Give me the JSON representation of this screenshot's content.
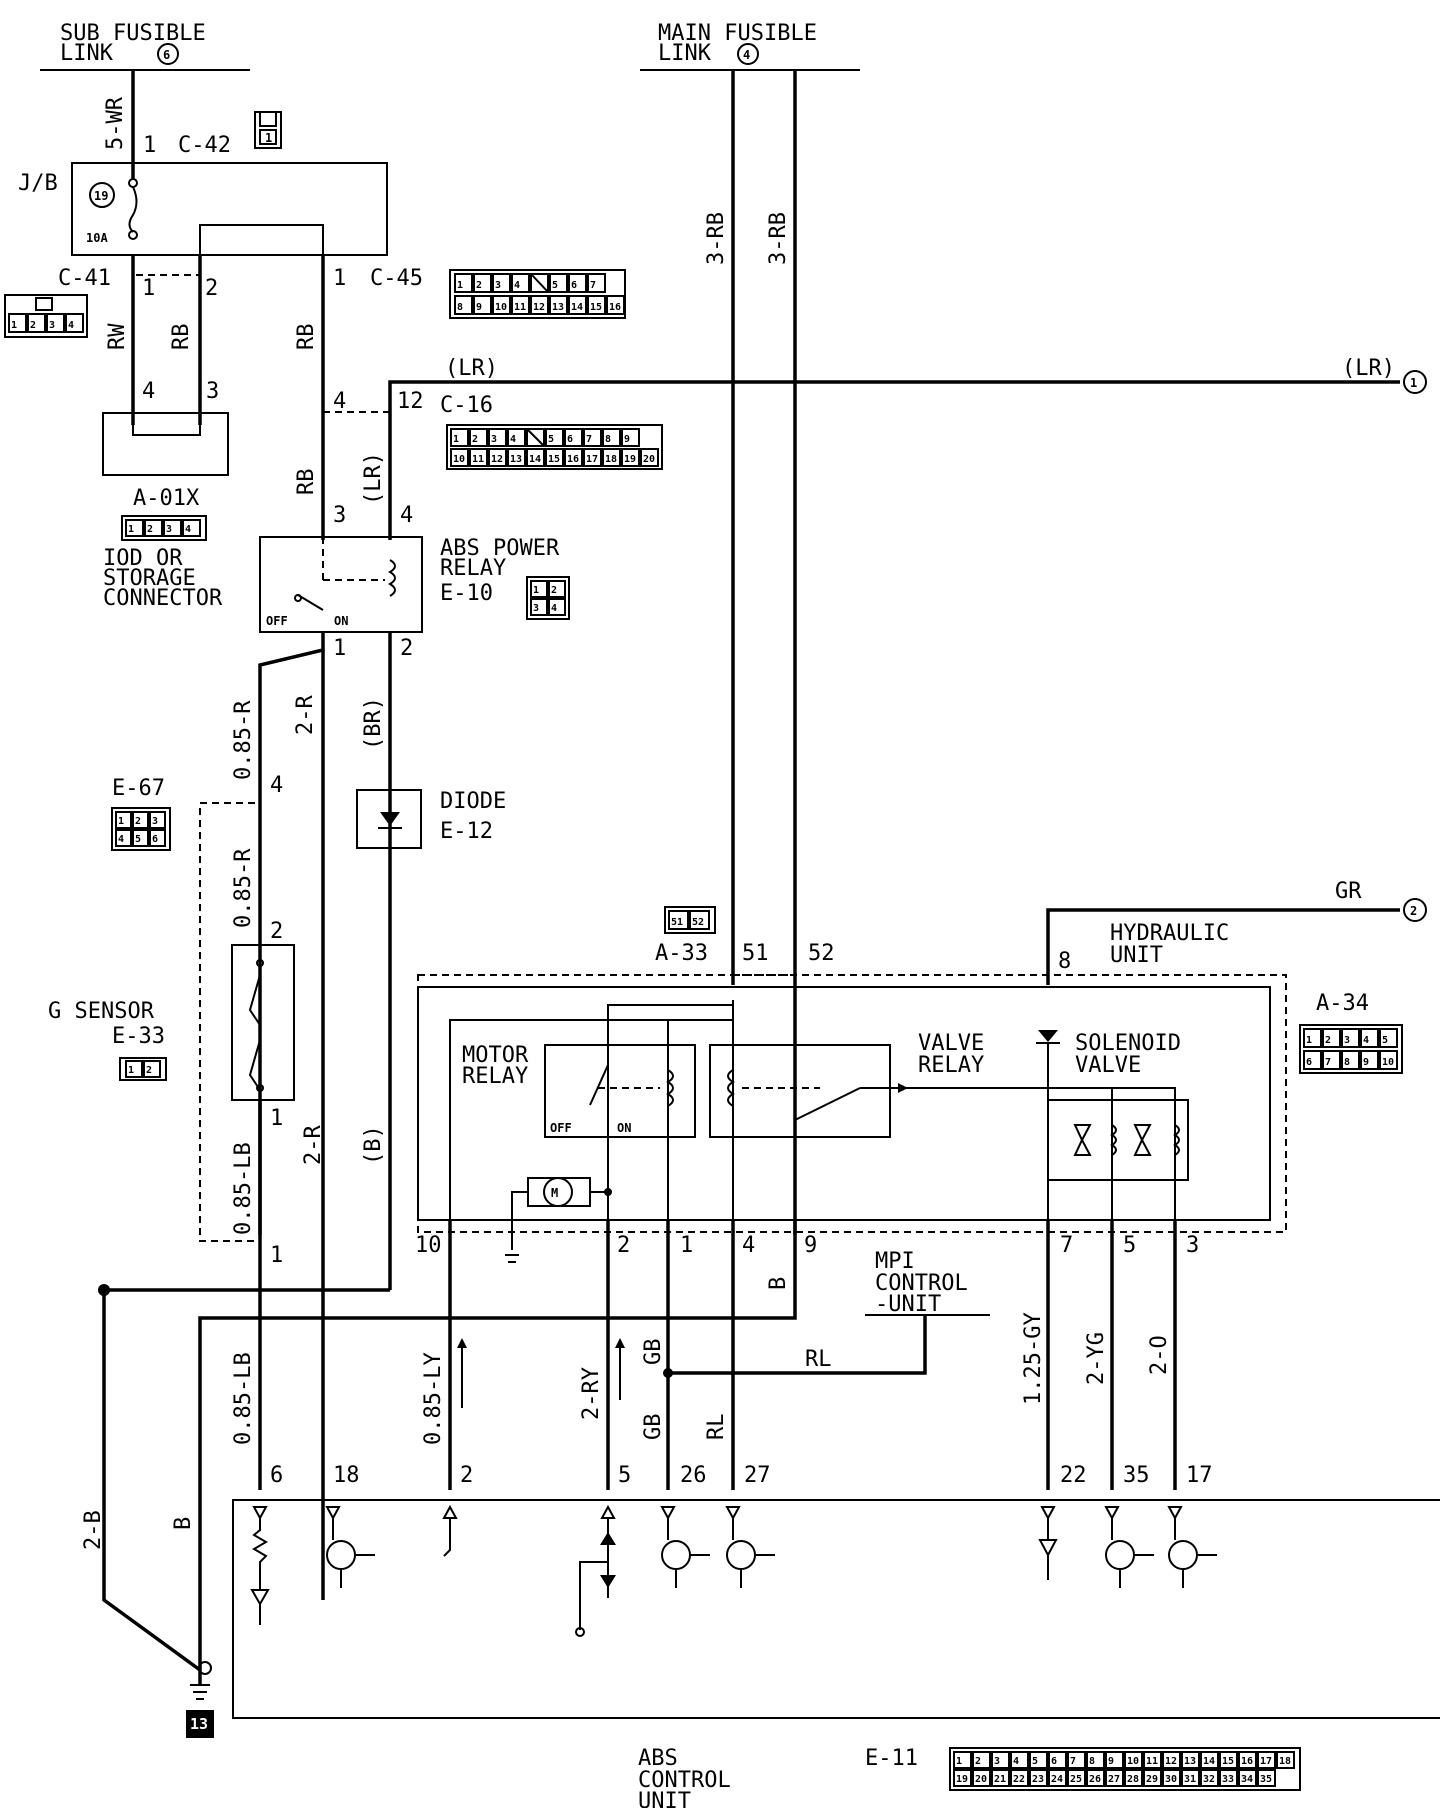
{
  "supply": {
    "sub_fusible_link": "SUB FUSIBLE",
    "sub_fusible_link2": "LINK",
    "sub_fusible_num": "6",
    "main_fusible_link": "MAIN FUSIBLE",
    "main_fusible_link2": "LINK",
    "main_fusible_num": "4"
  },
  "junction_block": {
    "label": "J/B",
    "fuse_num": "19",
    "fuse_rating": "10A"
  },
  "connectors": {
    "c42": "C-42",
    "c41": "C-41",
    "c45": "C-45",
    "c16": "C-16",
    "a01x": "A-01X",
    "e67": "E-67",
    "a33": "A-33",
    "a34": "A-34",
    "e11": "E-11"
  },
  "components": {
    "iod_line1": "IOD OR",
    "iod_line2": "STORAGE",
    "iod_line3": "CONNECTOR",
    "abs_relay_line1": "ABS POWER",
    "abs_relay_line2": "RELAY",
    "abs_relay_code": "E-10",
    "diode": "DIODE",
    "diode_code": "E-12",
    "g_sensor": "G SENSOR",
    "g_sensor_code": "E-33",
    "hydraulic_line1": "HYDRAULIC",
    "hydraulic_line2": "UNIT",
    "motor_relay_line1": "MOTOR",
    "motor_relay_line2": "RELAY",
    "valve_relay_line1": "VALVE",
    "valve_relay_line2": "RELAY",
    "solenoid_line1": "SOLENOID",
    "solenoid_line2": "VALVE",
    "mpi_line1": "MPI",
    "mpi_line2": "CONTROL",
    "mpi_line3": "-UNIT",
    "abs_cu_line1": "ABS",
    "abs_cu_line2": "CONTROL",
    "abs_cu_line3": "UNIT",
    "relay_off": "OFF",
    "relay_on": "ON",
    "ground_num": "13"
  },
  "wires": {
    "w_5wr": "5-WR",
    "w_rw": "RW",
    "w_rb1": "RB",
    "w_rb2": "RB",
    "w_rb3": "RB",
    "w_lr_paren": "(LR)",
    "w_lr_top": "(LR)",
    "w_lr_right": "(LR)",
    "w_3rb_a": "3-RB",
    "w_3rb_b": "3-RB",
    "w_085r_a": "0.85-R",
    "w_085r_b": "0.85-R",
    "w_2r_a": "2-R",
    "w_2r_b": "2-R",
    "w_br": "(BR)",
    "w_b_paren": "(B)",
    "w_085lb_a": "0.85-LB",
    "w_085lb_b": "0.85-LB",
    "w_085ly": "0.85-LY",
    "w_2ry": "2-RY",
    "w_gb_a": "GB",
    "w_gb_b": "GB",
    "w_rl_a": "RL",
    "w_rl_b": "RL",
    "w_b_a": "B",
    "w_b_b": "B",
    "w_2b": "2-B",
    "w_gr": "GR",
    "w_125gy": "1.25-GY",
    "w_2yg": "2-YG",
    "w_2o": "2-O"
  },
  "pins": {
    "p1_c42": "1",
    "p1_c41": "1",
    "p2_c41": "2",
    "p1_c45": "1",
    "p4_a01": "4",
    "p3_a01": "3",
    "p4_c16": "4",
    "p12_c16": "12",
    "p3_e10": "3",
    "p4_e10": "4",
    "p1_e10": "1",
    "p2_e10": "2",
    "p4_e67": "4",
    "p2_g": "2",
    "p1_g": "1",
    "p1_e67": "1",
    "p51": "51",
    "p52": "52",
    "p8": "8",
    "p10": "10",
    "p2_h": "2",
    "p1_h": "1",
    "p4_h": "4",
    "p9": "9",
    "p7": "7",
    "p5": "5",
    "p3": "3",
    "p6_e11": "6",
    "p18_e11": "18",
    "p2_e11": "2",
    "p5_e11": "5",
    "p26_e11": "26",
    "p27_e11": "27",
    "p22_e11": "22",
    "p35_e11": "35",
    "p17_e11": "17"
  },
  "refs": {
    "ref1": "1",
    "ref2": "2"
  },
  "connector_faces": {
    "c42": [
      "1"
    ],
    "a01x_side": [
      "1",
      "2",
      "3",
      "4"
    ],
    "c45_r1": [
      "1",
      "2",
      "3",
      "4",
      "",
      "5",
      "6",
      "7"
    ],
    "c45_r2": [
      "8",
      "9",
      "10",
      "11",
      "12",
      "13",
      "14",
      "15",
      "16"
    ],
    "c16_r1": [
      "1",
      "2",
      "3",
      "4",
      "",
      "5",
      "6",
      "7",
      "8",
      "9"
    ],
    "c16_r2": [
      "10",
      "11",
      "12",
      "13",
      "14",
      "15",
      "16",
      "17",
      "18",
      "19",
      "20"
    ],
    "a01x": [
      "1",
      "2",
      "3",
      "4"
    ],
    "e10": [
      "1",
      "2",
      "3",
      "4"
    ],
    "e67": [
      "1",
      "2",
      "3",
      "4",
      "5",
      "6"
    ],
    "e33": [
      "1",
      "2"
    ],
    "a33": [
      "51",
      "52"
    ],
    "a34_r1": [
      "1",
      "2",
      "3",
      "4",
      "5"
    ],
    "a34_r2": [
      "6",
      "7",
      "8",
      "9",
      "10"
    ],
    "e11_r1": [
      "1",
      "2",
      "3",
      "4",
      "5",
      "6",
      "7",
      "8",
      "9",
      "10",
      "11",
      "12",
      "13",
      "14",
      "15",
      "16",
      "17",
      "18"
    ],
    "e11_r2": [
      "19",
      "20",
      "21",
      "22",
      "23",
      "24",
      "25",
      "26",
      "27",
      "28",
      "29",
      "30",
      "31",
      "32",
      "33",
      "34",
      "35"
    ]
  }
}
